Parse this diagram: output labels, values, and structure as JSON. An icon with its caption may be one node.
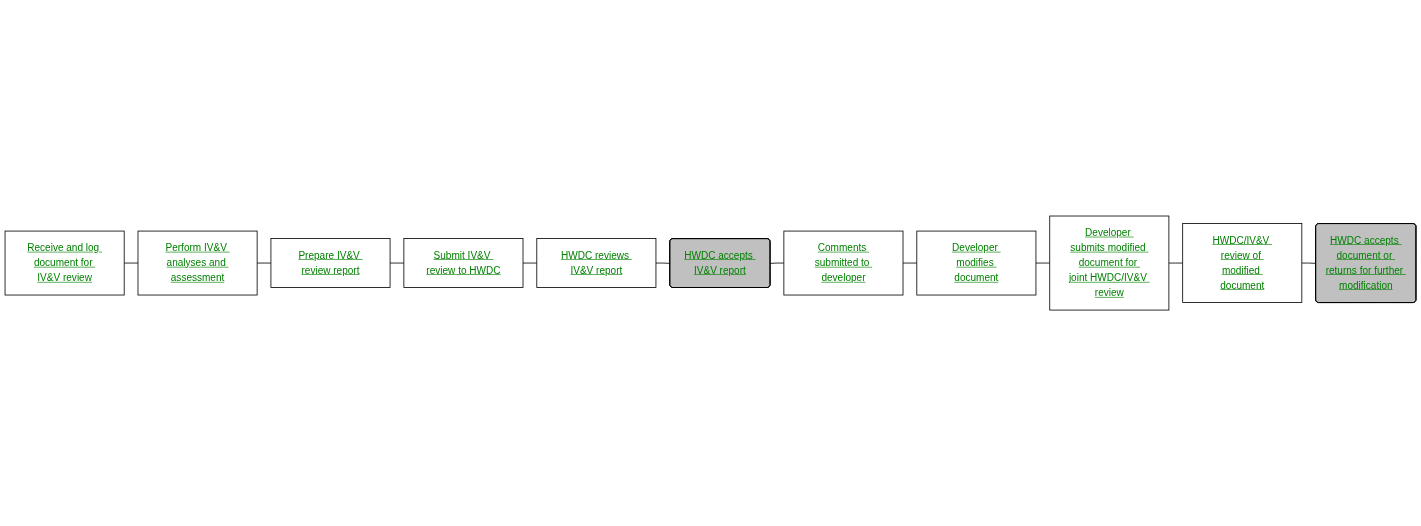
{
  "diagram": {
    "nodes": [
      {
        "text": [
          "Receive and log document for IV&V review"
        ]
      },
      {
        "text": [
          "Perform IV&V analyses and assessment"
        ]
      },
      {
        "text": [
          "Prepare IV&V review report"
        ]
      },
      {
        "text": [
          "Submit IV&V review to HWDC"
        ]
      },
      {
        "text": [
          "HWDC reviews IV&V report"
        ]
      },
      {
        "text": [
          "HWDC accepts IV&V report"
        ]
      },
      {
        "text": [
          "Comments submitted to developer"
        ]
      },
      {
        "text": [
          "Developer modifies document"
        ]
      },
      {
        "text": [
          "Developer submits modified document for joint HWDC/IV&V review"
        ]
      },
      {
        "text": [
          "HWDC/IV&V review of modified document"
        ]
      },
      {
        "text": [
          "HWDC accepts document or returns for further modification"
        ]
      }
    ],
    "edges": [
      {
        "from": 0,
        "to": 1,
        "arrow": "none"
      },
      {
        "from": 1,
        "to": 2,
        "arrow": "none"
      },
      {
        "from": 2,
        "to": 3,
        "arrow": "none"
      },
      {
        "from": 3,
        "to": 4,
        "arrow": "none"
      },
      {
        "from": 4,
        "to": 5,
        "arrow": "none"
      },
      {
        "from": 5,
        "to": 6,
        "arrow": "none"
      },
      {
        "from": 6,
        "to": 7,
        "arrow": "none"
      },
      {
        "from": 7,
        "to": 8,
        "arrow": "none"
      },
      {
        "from": 8,
        "to": 9,
        "arrow": "none"
      },
      {
        "from": 9,
        "to": 10,
        "arrow": "none"
      }
    ]
  }
}
